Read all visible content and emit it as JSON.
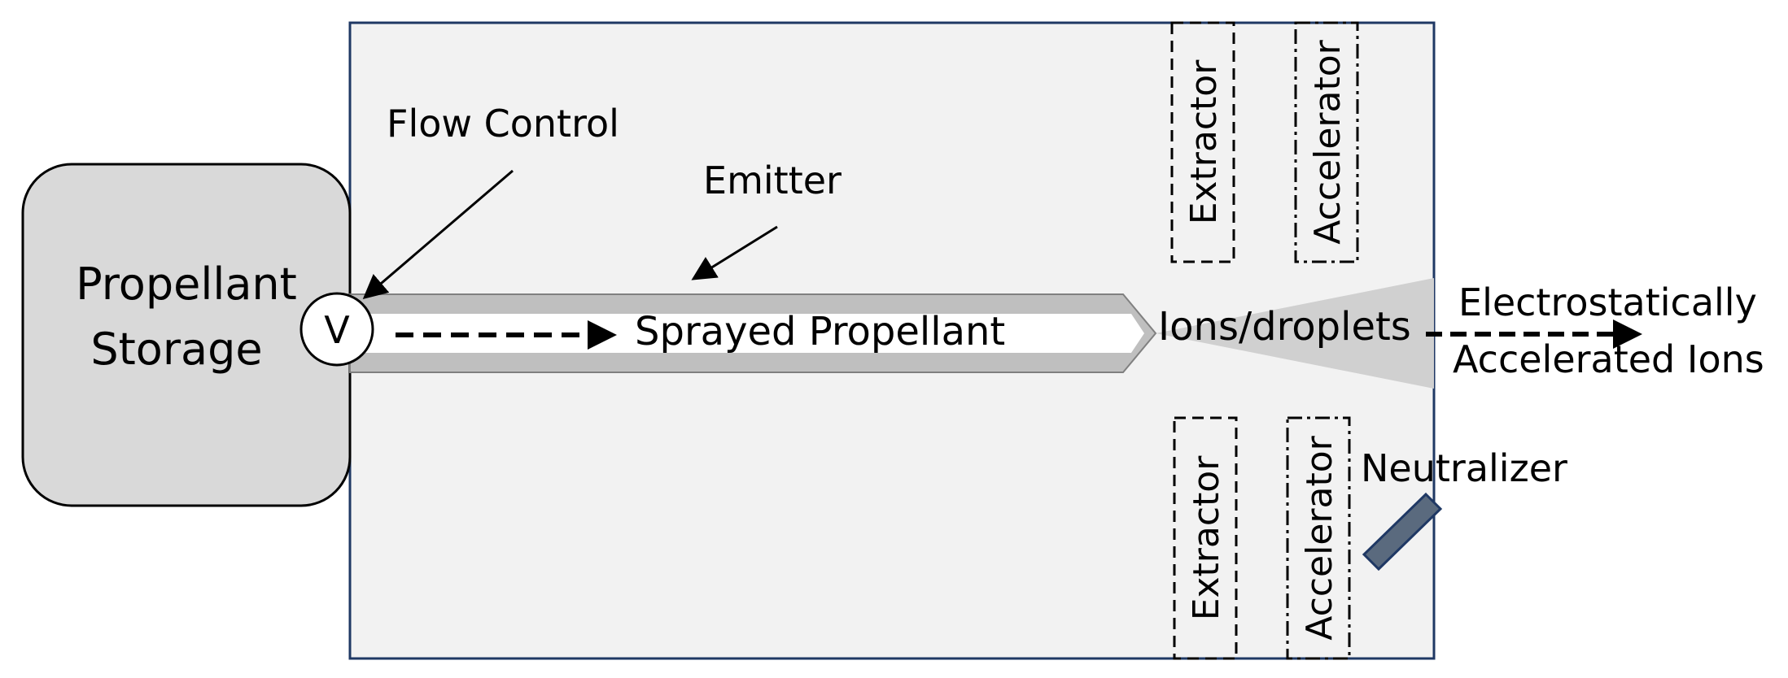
{
  "labels": {
    "propellant_storage_line1": "Propellant",
    "propellant_storage_line2": "Storage",
    "valve": "V",
    "flow_control": "Flow Control",
    "emitter": "Emitter",
    "sprayed_propellant": "Sprayed Propellant",
    "ions_droplets": "Ions/droplets",
    "output_line1": "Electrostatically",
    "output_line2": "Accelerated Ions",
    "extractor_top": "Extractor",
    "accelerator_top": "Accelerator",
    "extractor_bottom": "Extractor",
    "accelerator_bottom": "Accelerator",
    "neutralizer": "Neutralizer"
  },
  "colors": {
    "housing_fill": "#f2f2f2",
    "housing_stroke": "#1f3864",
    "storage_fill": "#d9d9d9",
    "emitter_body": "#bfbfbf",
    "emitter_core": "#ffffff",
    "plume": "#d0d0d0",
    "neutralizer_fill": "#5a6a7e",
    "neutralizer_stroke": "#1f3864"
  }
}
